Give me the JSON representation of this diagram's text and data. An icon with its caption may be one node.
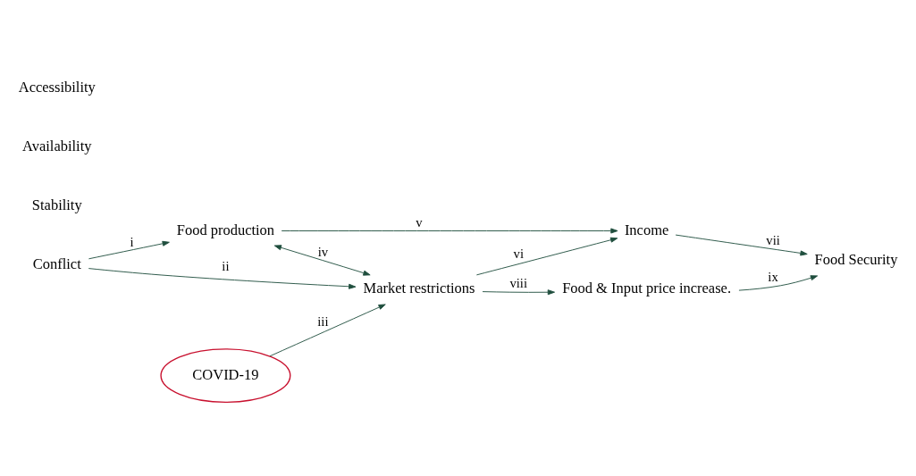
{
  "diagram": {
    "nodes": [
      {
        "text": [
          "Conflict"
        ]
      },
      {
        "text": [
          "Food production"
        ]
      },
      {
        "text": [
          "Market restrictions"
        ]
      },
      {
        "text": [
          "Income"
        ]
      },
      {
        "text": [
          "Food & Input price increase."
        ]
      },
      {
        "text": [
          "Food Security"
        ]
      },
      {
        "text": [
          "COVID-19"
        ]
      }
    ],
    "edges": [
      {
        "from": 0,
        "to": 1,
        "arrow": "to",
        "label": "i"
      },
      {
        "from": 0,
        "to": 2,
        "arrow": "to",
        "label": "ii"
      },
      {
        "from": 6,
        "to": 2,
        "arrow": "to",
        "label": "iii"
      },
      {
        "from": 1,
        "to": 2,
        "arrow": "both",
        "label": "iv"
      },
      {
        "from": 1,
        "to": 3,
        "arrow": "to",
        "label": "v"
      },
      {
        "from": 2,
        "to": 3,
        "arrow": "to",
        "label": "vi"
      },
      {
        "from": 3,
        "to": 5,
        "arrow": "to",
        "label": "vii"
      },
      {
        "from": 2,
        "to": 4,
        "arrow": "to",
        "label": "viii"
      },
      {
        "from": 4,
        "to": 5,
        "arrow": "to",
        "label": "ix"
      }
    ],
    "labels": [
      "Stability",
      "Availability",
      "Accessibility"
    ]
  }
}
